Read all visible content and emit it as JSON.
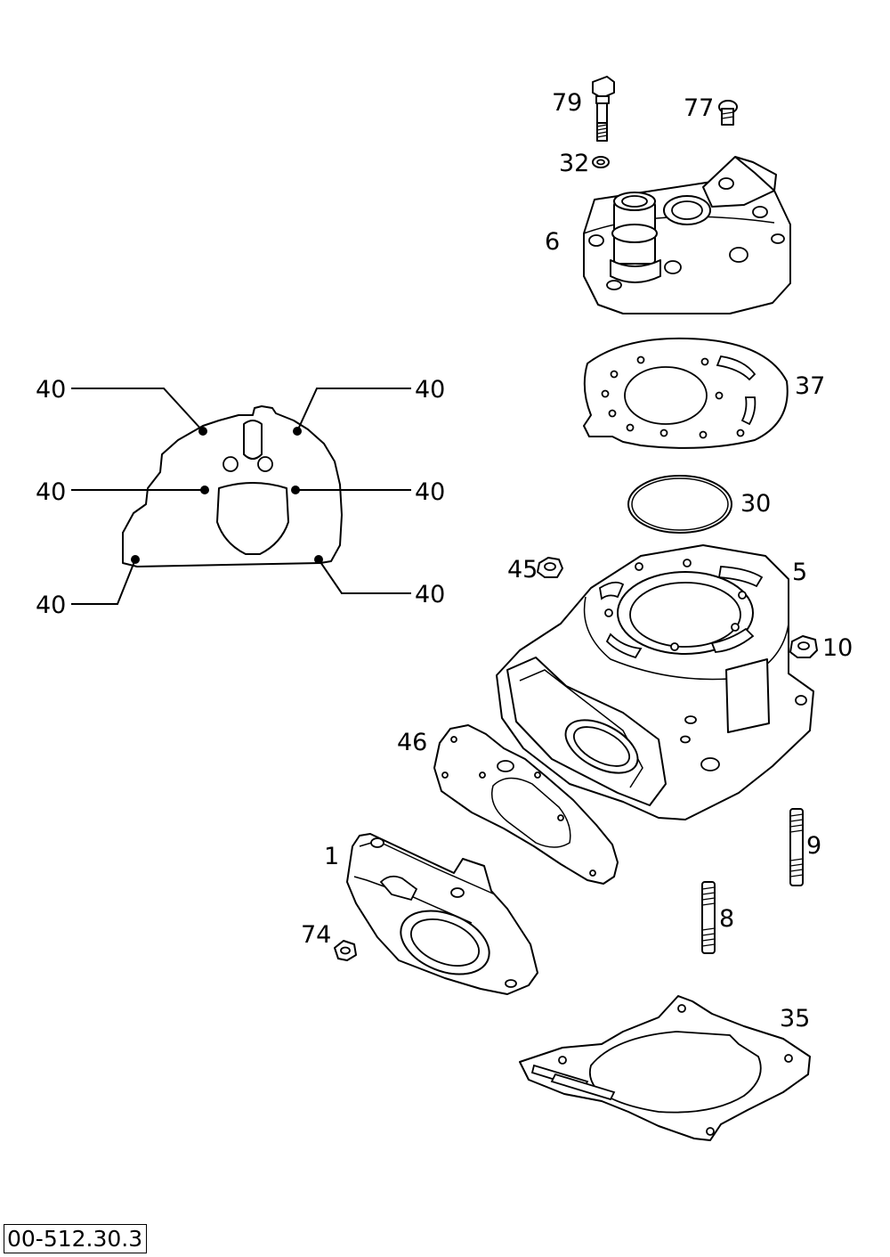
{
  "drawing_code": "00-512.30.3",
  "callouts": {
    "bolt_79": "79",
    "screw_77": "77",
    "washer_32": "32",
    "cylinder_head_6": "6",
    "head_gasket_37": "37",
    "o_ring_30": "30",
    "nut_45": "45",
    "cylinder_5": "5",
    "nut_10": "10",
    "intake_gasket_46": "46",
    "stud_9": "9",
    "intake_flange_1": "1",
    "stud_8": "8",
    "nut_74": "74",
    "base_gasket_35": "35",
    "detail_point_tl": "40",
    "detail_point_tr": "40",
    "detail_point_ml": "40",
    "detail_point_mr": "40",
    "detail_point_bl": "40",
    "detail_point_br": "40"
  }
}
